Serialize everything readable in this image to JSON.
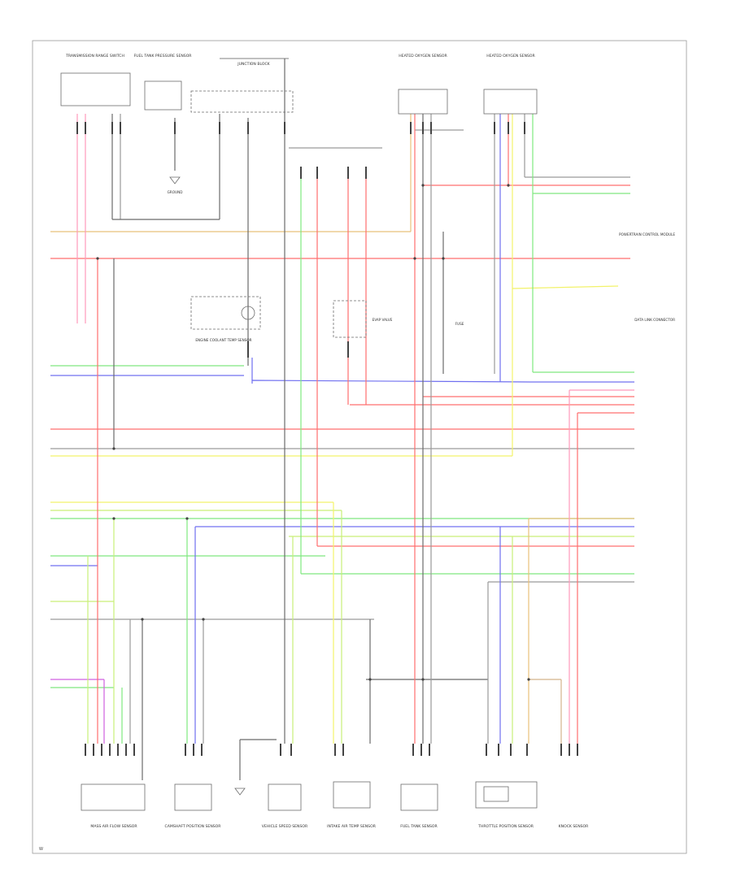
{
  "diagram": {
    "footer": "W",
    "colors": {
      "red": "#ff6f6f",
      "pink": "#ff99bb",
      "yellow": "#f2f26a",
      "green": "#7fe87f",
      "ltgreen": "#c9ef78",
      "blue": "#7070f0",
      "gray": "#9a9a9a",
      "dark": "#6b6b6b",
      "orange": "#e8c07a",
      "tan": "#d4b48a",
      "violet": "#d060e0",
      "border": "#9a9a9a"
    },
    "top_components": [
      {
        "name": "transmission-range-switch",
        "label": "TRANSMISSION RANGE SWITCH"
      },
      {
        "name": "fuel-tank-pressure-sensor",
        "label": "FUEL TANK PRESSURE SENSOR"
      },
      {
        "name": "junction-block",
        "label": "JUNCTION BLOCK"
      },
      {
        "name": "heated-oxygen-sensor-upstream",
        "label": "HEATED OXYGEN SENSOR"
      },
      {
        "name": "heated-oxygen-sensor-downstream",
        "label": "HEATED OXYGEN SENSOR"
      }
    ],
    "bottom_components": [
      {
        "name": "mass-air-flow-sensor",
        "label": "MASS AIR FLOW SENSOR"
      },
      {
        "name": "camshaft-position-sensor",
        "label": "CAMSHAFT POSITION SENSOR"
      },
      {
        "name": "vehicle-speed-sensor",
        "label": "VEHICLE SPEED SENSOR"
      },
      {
        "name": "intake-air-temp-sensor",
        "label": "INTAKE AIR TEMP SENSOR"
      },
      {
        "name": "fuel-tank-sensor",
        "label": "FUEL TANK SENSOR"
      },
      {
        "name": "throttle-position-sensor",
        "label": "THROTTLE POSITION SENSOR"
      },
      {
        "name": "knock-sensor",
        "label": "KNOCK SENSOR"
      }
    ],
    "mid_components": [
      {
        "name": "ground-point",
        "label": "GROUND"
      },
      {
        "name": "coolant-temp-sensor",
        "label": "ENGINE COOLANT TEMP SENSOR"
      },
      {
        "name": "evap-valve",
        "label": "EVAP VALVE"
      },
      {
        "name": "fuse-relay",
        "label": "FUSE"
      }
    ],
    "right_labels": [
      "POWERTRAIN CONTROL MODULE",
      "DATA LINK CONNECTOR"
    ]
  }
}
